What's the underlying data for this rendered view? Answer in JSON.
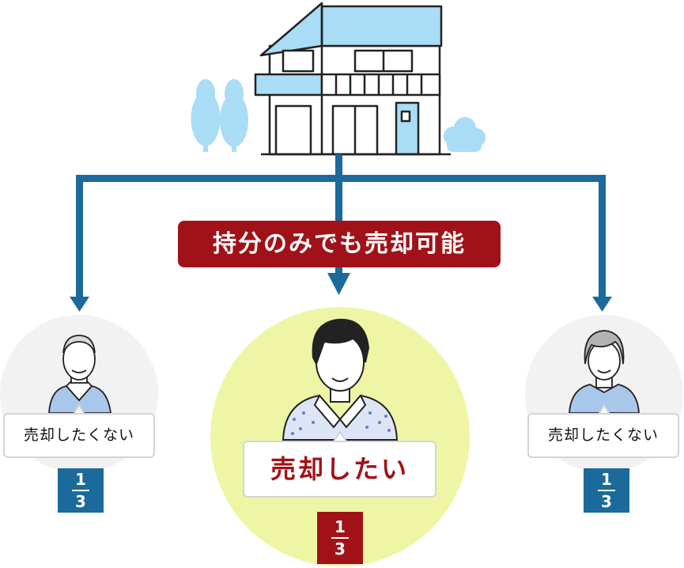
{
  "banner": "持分のみでも売却可能",
  "owners": {
    "left": {
      "label": "売却したくない",
      "share_num": "1",
      "share_den": "3"
    },
    "center": {
      "label": "売却したい",
      "share_num": "1",
      "share_den": "3"
    },
    "right": {
      "label": "売却したくない",
      "share_num": "1",
      "share_den": "3"
    }
  },
  "colors": {
    "arrow": "#1a6a9c",
    "accent_red": "#a11218",
    "share_blue": "#1a6a9c",
    "highlight_circle": "#eef6a6",
    "house_blue": "#a9dcf5"
  }
}
